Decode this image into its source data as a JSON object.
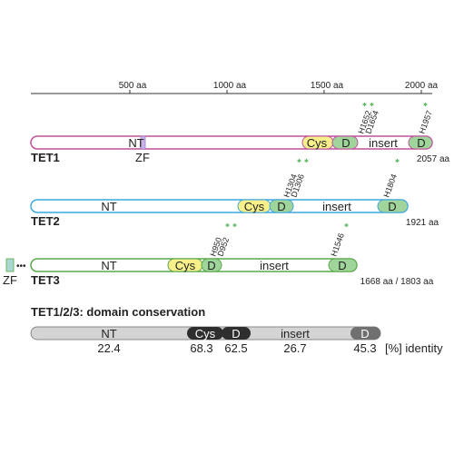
{
  "colors": {
    "tet1": "#c0509b",
    "tet2": "#3fa7de",
    "tet3": "#5aa84a",
    "cys": "#f6ef8a",
    "dsbh": "#9fd49a",
    "star": "#4caf50",
    "cons_bar": "#d4d4d4",
    "cons_dark": "#2e2e2e",
    "cons_mid": "#707070"
  },
  "axis": {
    "ticks": [
      {
        "value": 500,
        "label": "500 aa"
      },
      {
        "value": 1000,
        "label": "1000 aa"
      },
      {
        "value": 1500,
        "label": "1500 aa"
      },
      {
        "value": 2000,
        "label": "2000 aa"
      }
    ]
  },
  "proteins": [
    {
      "name": "TET1",
      "length_label": "2057 aa",
      "labels": {
        "nt": "NT",
        "zf": "ZF",
        "cys": "Cys",
        "d1": "D",
        "insert": "insert",
        "d2": "D"
      },
      "mutations": [
        "H1652",
        "D1654",
        "H1957"
      ]
    },
    {
      "name": "TET2",
      "length_label": "1921 aa",
      "labels": {
        "nt": "NT",
        "cys": "Cys",
        "d1": "D",
        "insert": "insert",
        "d2": "D"
      },
      "mutations": [
        "H1304",
        "D1306",
        "H1804"
      ]
    },
    {
      "name": "TET3",
      "length_label": "1668 aa / 1803 aa",
      "labels": {
        "nt": "NT",
        "zf": "ZF",
        "ellipsis": "•••",
        "cys": "Cys",
        "d1": "D",
        "insert": "insert",
        "d2": "D"
      },
      "mutations": [
        "H950",
        "D952",
        "H1546"
      ]
    }
  ],
  "star_glyph": "*",
  "conservation": {
    "title": "TET1/2/3: domain conservation",
    "labels": {
      "nt": "NT",
      "cys": "Cys",
      "d1": "D",
      "insert": "insert",
      "d2": "D"
    },
    "values": {
      "nt": "22.4",
      "cys": "68.3",
      "d1": "62.5",
      "insert": "26.7",
      "d2": "45.3"
    },
    "unit_label": "[%] identity"
  }
}
